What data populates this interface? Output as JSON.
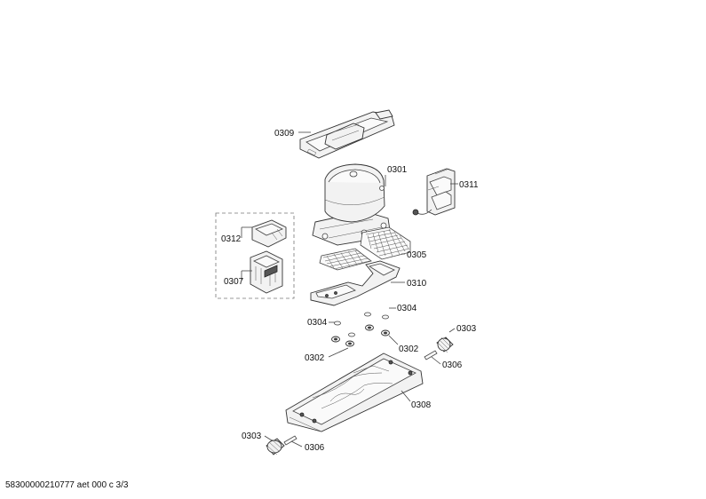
{
  "labels": {
    "p0309": "0309",
    "p0301": "0301",
    "p0311": "0311",
    "p0312": "0312",
    "p0305": "0305",
    "p0307": "0307",
    "p0310": "0310",
    "p0304a": "0304",
    "p0304b": "0304",
    "p0303a": "0303",
    "p0302a": "0302",
    "p0302b": "0302",
    "p0306a": "0306",
    "p0308": "0308",
    "p0303b": "0303",
    "p0306b": "0306"
  },
  "footer": {
    "text": "58300000210777 aet 000 c 3/3"
  }
}
